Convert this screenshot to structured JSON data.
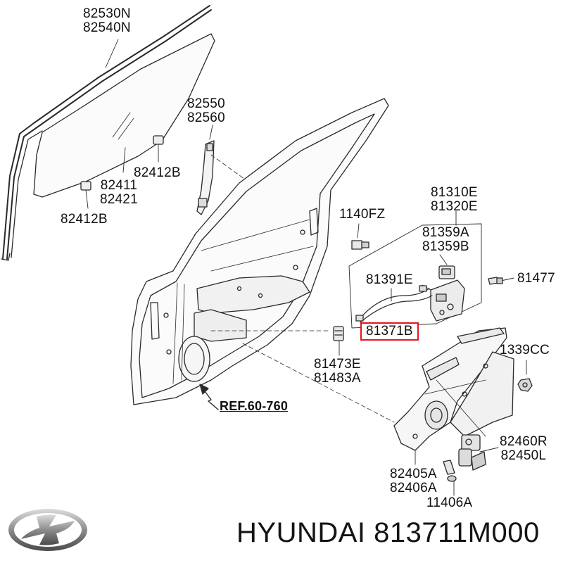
{
  "diagram": {
    "labels": {
      "glass_run": [
        "82530N",
        "82540N"
      ],
      "door_glass": [
        "82411",
        "82421"
      ],
      "glass_clip_right": "82412B",
      "glass_clip_left": "82412B",
      "outside_handle": [
        "82550",
        "82560"
      ],
      "bolt": "1140FZ",
      "latch_assy": [
        "81310E",
        "81320E"
      ],
      "latch_actuator": [
        "81359A",
        "81359B"
      ],
      "cable": "81391E",
      "highlighted_part": "81371B",
      "screw": "81477",
      "striker": [
        "81473E",
        "81483A"
      ],
      "nut": "1339CC",
      "motor": [
        "82460R",
        "82450L"
      ],
      "regulator": [
        "82405A",
        "82406A"
      ],
      "washer_bolt": "11406A",
      "reference": "REF.60-760"
    },
    "colors": {
      "line": "#2a2a2a",
      "highlight_border": "#e8141c",
      "part_fill": "#f4f4f4"
    }
  },
  "brand": {
    "logo_icon": "hyundai-logo",
    "caption": "HYUNDAI 813711M000"
  }
}
